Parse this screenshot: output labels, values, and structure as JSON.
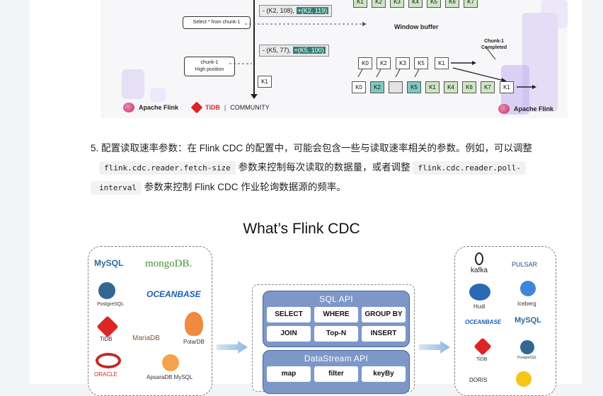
{
  "top_figure": {
    "select_box": "Select * from chunk-1",
    "highpos_box": [
      "chunk-1",
      "High position"
    ],
    "tag1": {
      "plain": "- (K2, 108), ",
      "highlight": "+(K2, 119)"
    },
    "tag2": {
      "plain": "- (K5, 77), ",
      "highlight": "+(K5, 100)"
    },
    "k1_left": "K1",
    "window_buffer": "Window buffer",
    "chunk_completed": [
      "Chunk-1",
      "Completed"
    ],
    "top_row": [
      "K1",
      "K2",
      "K3",
      "K4",
      "K5",
      "K6",
      "K7"
    ],
    "mid_row": [
      "K0",
      "K2",
      "K3",
      "K5",
      "K1"
    ],
    "bottom_row": [
      "K0",
      "K2",
      "",
      "K5",
      "K1",
      "K4",
      "K6",
      "K7",
      "K1"
    ],
    "logos": {
      "flink": "Apache Flink",
      "tidb": "TiDB",
      "community": "COMMUNITY",
      "flink_right": "Apache Flink"
    }
  },
  "list_item": {
    "number": "5.",
    "text1": "配置读取速率参数：在 Flink CDC 的配置中，可能会包含一些与读取速率相关的参数。例如，可以调整",
    "code1": "flink.cdc.reader.fetch-size",
    "text2": "参数来控制每次读取的数据量，或者调整",
    "code2": "flink.cdc.reader.poll-",
    "code3": "interval",
    "text3": "参数来控制 Flink CDC 作业轮询数据源的频率。"
  },
  "bottom_figure": {
    "title": "What’s Flink CDC",
    "sources": [
      "MySQL",
      "mongoDB.",
      "PostgreSQL",
      "OCEANBASE",
      "TiDB",
      "MariaDB",
      "PolarDB",
      "ORACLE",
      "ApsaraDB MySQL"
    ],
    "sql_api": {
      "title": "SQL API",
      "ops": [
        "SELECT",
        "WHERE",
        "GROUP BY",
        "JOIN",
        "Top-N",
        "INSERT"
      ]
    },
    "datastream_api": {
      "title": "DataStream API",
      "ops": [
        "map",
        "filter",
        "keyBy"
      ]
    },
    "sinks": [
      "kafka",
      "PULSAR",
      "Hudi",
      "Iceberg",
      "OCEANBASE",
      "MySQL",
      "TiDB",
      "PostgreSQL",
      "DORIS"
    ]
  },
  "colors": {
    "api_blue": "#7d97c8",
    "teal": "#2f7f73",
    "green_key": "#cfe6c4"
  }
}
